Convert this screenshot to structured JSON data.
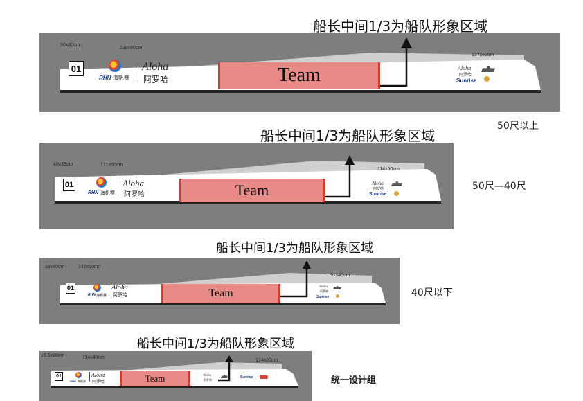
{
  "sections": [
    {
      "heading": "船长中间1/3为船队形象区域",
      "side_label": "50尺以上",
      "number": "01",
      "team_label": "Team",
      "sizes": [
        "50x60cm",
        "228x80cm",
        "137x60cm"
      ],
      "logo": {
        "rhn": "RHN",
        "haifan": "海帆赛",
        "aloha": "Aloha",
        "aluoha": "阿罗哈",
        "sunrise": "Sunrise",
        "aloha_small": "Aloha",
        "aluoha_small": "阿罗哈"
      }
    },
    {
      "heading": "船长中间1/3为船队形象区域",
      "side_label": "50尺—40尺",
      "number": "01",
      "team_label": "Team",
      "sizes": [
        "40x33cm",
        "171x60cm",
        "114x50cm"
      ],
      "logo": {
        "rhn": "RHN",
        "haifan": "海帆赛",
        "aloha": "Aloha",
        "aluoha": "阿罗哈",
        "sunrise": "Sunrise",
        "aloha_small": "Aloha",
        "aluoha_small": "阿罗哈"
      }
    },
    {
      "heading": "船长中间1/3为船队形象区域",
      "side_label": "40尺以下",
      "number": "01",
      "team_label": "Team",
      "sizes": [
        "33x40cm",
        "143x50cm",
        "91x40cm"
      ],
      "logo": {
        "rhn": "RHN",
        "haifan": "海帆赛",
        "aloha": "Aloha",
        "aluoha": "阿罗哈",
        "sunrise": "Sunrise",
        "aloha_small": "Aloha",
        "aluoha_small": "阿罗哈"
      }
    },
    {
      "heading": "船长中间1/3为船队形象区域",
      "side_label": "统一设计组",
      "number": "01",
      "team_label": "Team",
      "sizes": [
        "16.5x20cm",
        "114x40cm",
        "174x20cm"
      ],
      "logo": {
        "rhn": "RHN",
        "haifan": "海帆赛",
        "aloha": "Aloha",
        "aluoha": "阿罗哈",
        "sunrise": "Sunrise",
        "aloha_small": "Aloha",
        "aluoha_small": "阿罗哈"
      }
    }
  ],
  "colors": {
    "panel": "#7e7e7e",
    "team_fill": "#e88a87",
    "team_border": "#d43a2f",
    "hull": "#ffffff",
    "stripe": "#222222"
  }
}
